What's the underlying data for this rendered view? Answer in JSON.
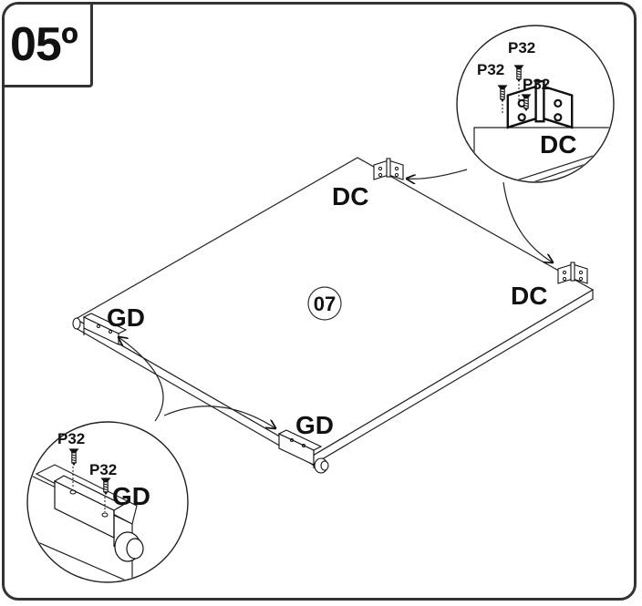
{
  "step": {
    "number": "05º"
  },
  "panel_part": {
    "number": "07"
  },
  "hinges": {
    "label": "DC"
  },
  "guides": {
    "label": "GD"
  },
  "screws": {
    "label": "P32"
  }
}
